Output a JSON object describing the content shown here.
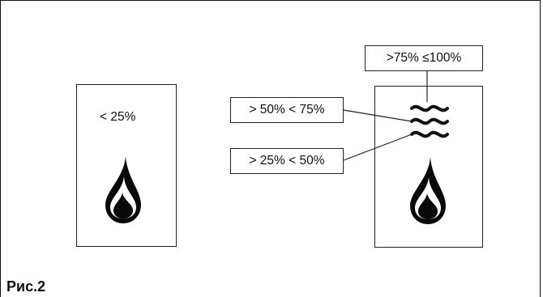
{
  "figure": {
    "caption": "Рис.2",
    "left_panel": {
      "level_label": "< 25%",
      "icon": "flame-icon"
    },
    "right_panel": {
      "icon": "flame-icon",
      "wave_icon": "heat-waves-icon",
      "labels": {
        "top": ">75% ≤100%",
        "middle": "> 50% < 75%",
        "bottom": "> 25% < 50%"
      }
    }
  }
}
